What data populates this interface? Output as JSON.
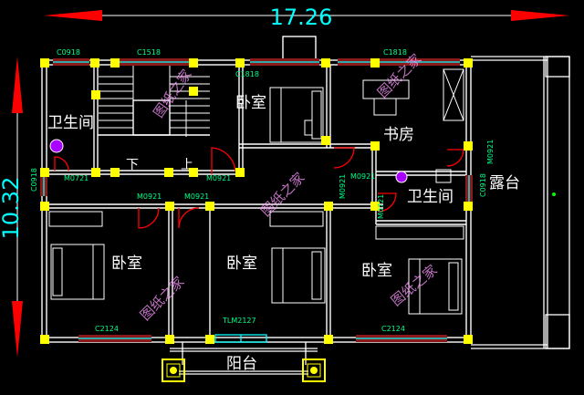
{
  "dimensions": {
    "width_label": "17.26",
    "height_label": "10.32"
  },
  "rooms": {
    "bathroom_left": "卫生间",
    "bedroom_top": "卧室",
    "study": "书房",
    "bathroom_right": "卫生间",
    "terrace": "露台",
    "bedroom_left": "卧室",
    "bedroom_mid": "卧室",
    "bedroom_right": "卧室",
    "balcony": "阳台"
  },
  "stairs": {
    "down": "下",
    "up": "上"
  },
  "window_labels": {
    "c0918_top": "C0918",
    "c1518": "C1518",
    "c1818_top": "C1818",
    "c1818_room": "C1818",
    "c0918_left": "C0918",
    "c0918_right": "C0918",
    "c2124_left": "C2124",
    "c2124_right": "C2124",
    "tlm2127": "TLM2127"
  },
  "door_labels": {
    "m0721_left": "M0721",
    "m0921_stair": "M0921",
    "m0921_a": "M0921",
    "m0921_b": "M0921",
    "m0921_study": "M0921",
    "m0921_c": "M0921",
    "m0921_right": "M0921",
    "m0721_bath": "M0721"
  },
  "watermark": "图纸之家",
  "colors": {
    "background": "#000000",
    "wall": "#ffffff",
    "column": "#ffff00",
    "window": "#00ffff",
    "window_sill": "#8b1a1a",
    "dimension_arrow": "#ff0000",
    "dimension_text": "#00ffff",
    "door": "#ff0000",
    "furniture": "#ffffff",
    "room_text": "#ffffff",
    "small_label": "#00ff88",
    "watermark": "#ff99ff"
  }
}
